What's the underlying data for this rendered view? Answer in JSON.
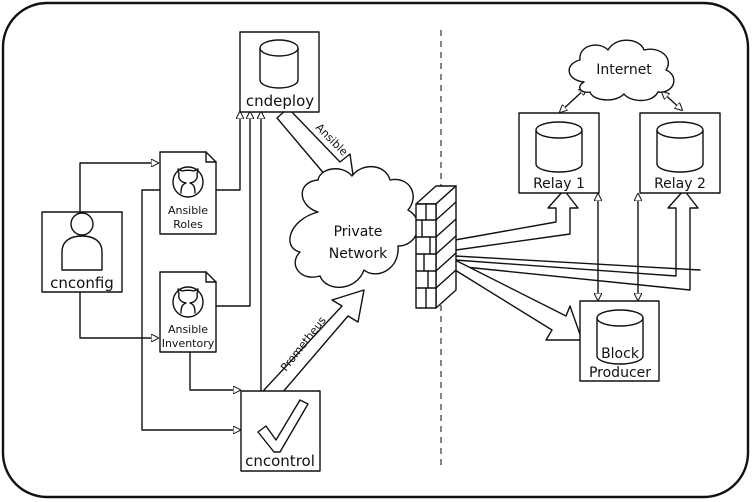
{
  "labels": {
    "cndeploy": "cndeploy",
    "cncontrol": "cncontrol",
    "cnconfig": "cnconfig",
    "roles_line1": "Ansible",
    "roles_line2": "Roles",
    "inventory_line1": "Ansible",
    "inventory_line2": "Inventory",
    "network_line1": "Private",
    "network_line2": "Network",
    "internet": "Internet",
    "relay1": "Relay 1",
    "relay2": "Relay 2",
    "producer_line1": "Block",
    "producer_line2": "Producer",
    "arrow_ansible": "Ansible",
    "arrow_prometheus": "Prometheus"
  },
  "icons": {
    "database": "database-icon",
    "github": "github-icon",
    "user": "user-icon",
    "check": "checkmark-icon",
    "firewall": "firewall-icon",
    "cloud": "cloud-icon"
  }
}
